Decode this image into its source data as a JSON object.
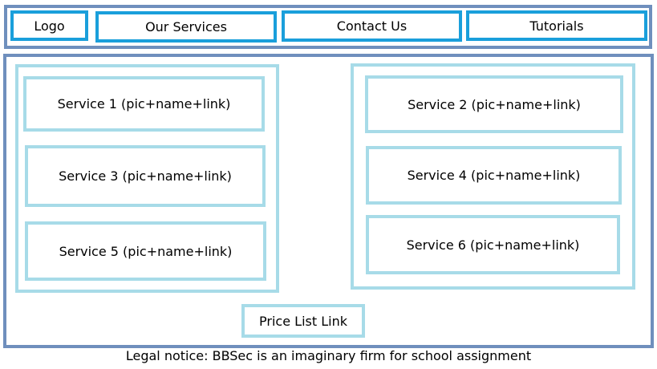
{
  "header": {
    "logo": "Logo",
    "nav": [
      "Our Services",
      "Contact Us",
      "Tutorials"
    ]
  },
  "main": {
    "services": [
      "Service 1 (pic+name+link)",
      "Service 2 (pic+name+link)",
      "Service 3 (pic+name+link)",
      "Service 4 (pic+name+link)",
      "Service 5 (pic+name+link)",
      "Service 6 (pic+name+link)"
    ],
    "price_list": "Price List Link"
  },
  "footer": {
    "legal": "Legal notice: BBSec is an imaginary firm for school assignment"
  },
  "colors": {
    "frame": "#6f8fbd",
    "nav_border": "#1a9fdb",
    "card_border": "#a7dbe8"
  }
}
